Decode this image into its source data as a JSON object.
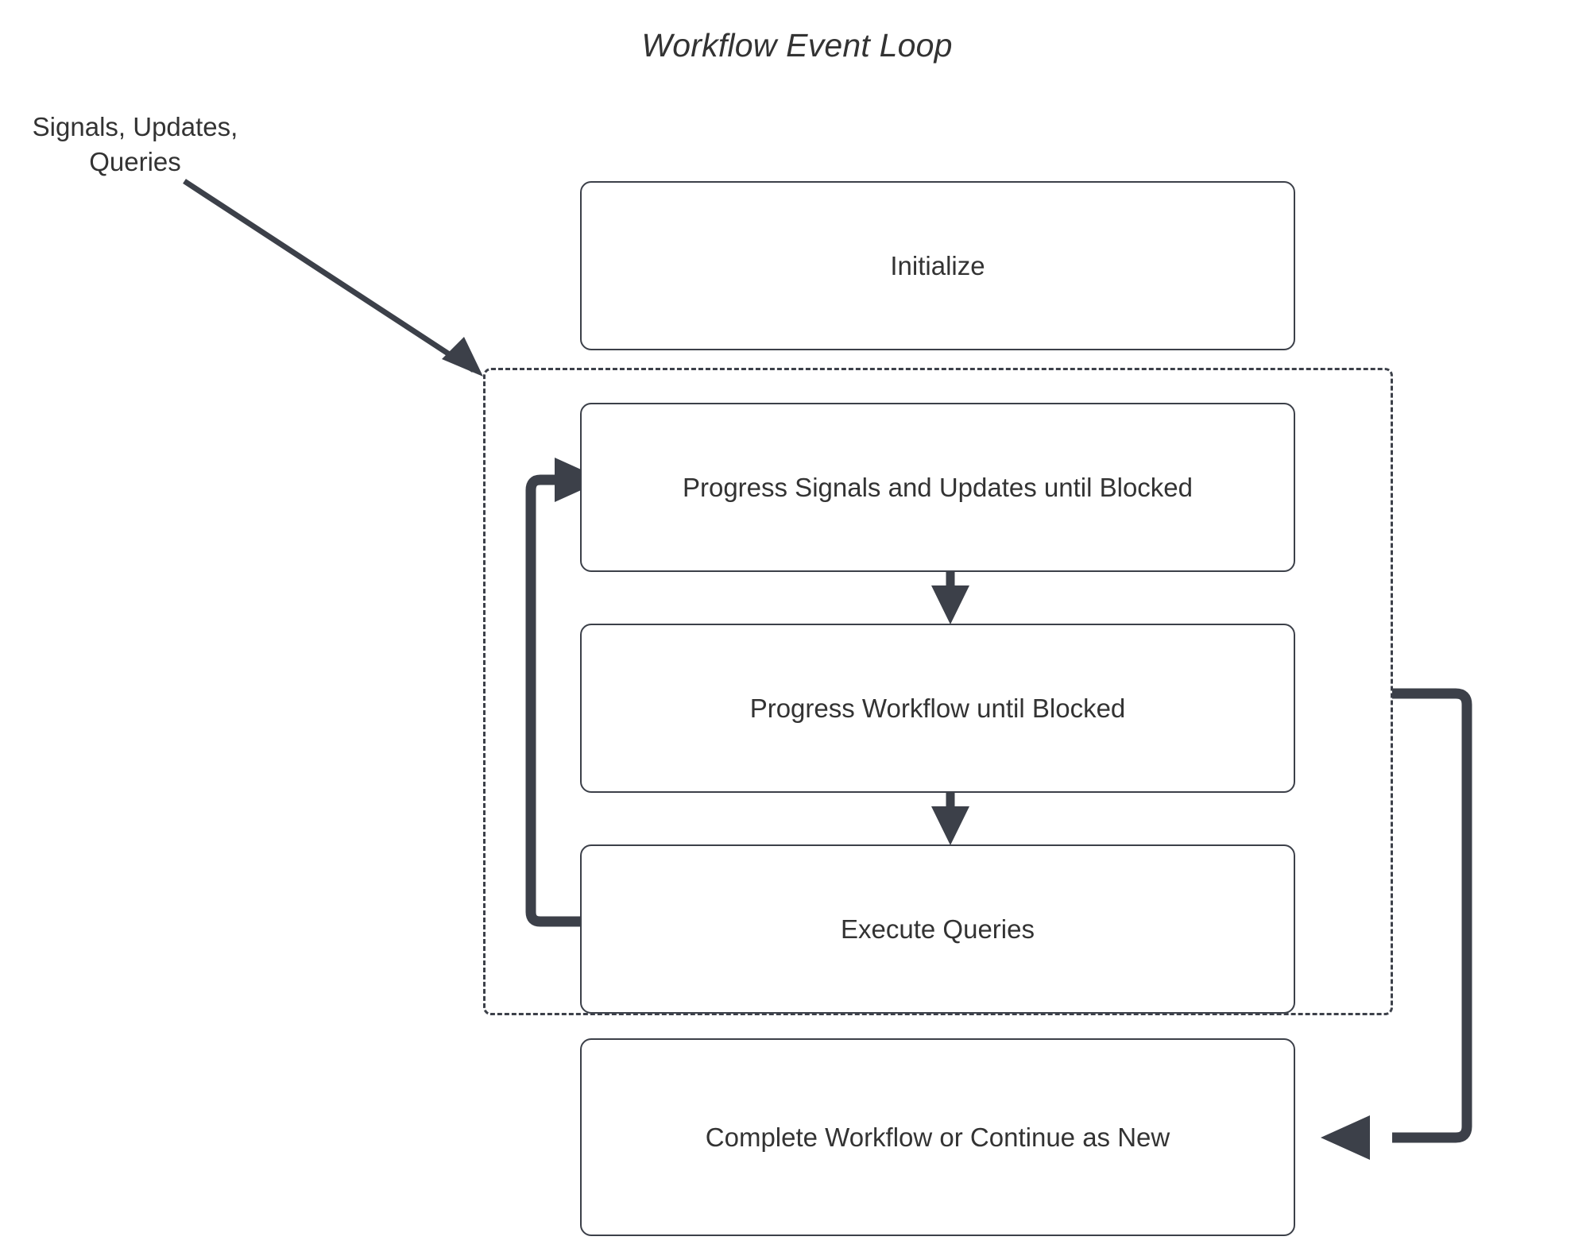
{
  "diagram": {
    "title": "Workflow Event Loop",
    "external_input_label": "Signals, Updates,\nQueries",
    "external_input_line1": "Signals, Updates,",
    "external_input_line2": "Queries",
    "colors": {
      "stroke": "#3c4049",
      "text": "#333333",
      "background": "#ffffff",
      "arrow": "#3c4049"
    },
    "nodes": [
      {
        "id": "initialize",
        "label": "Initialize"
      },
      {
        "id": "progress-signals",
        "label": "Progress Signals and Updates until Blocked"
      },
      {
        "id": "progress-workflow",
        "label": "Progress Workflow until Blocked"
      },
      {
        "id": "execute-queries",
        "label": "Execute Queries"
      },
      {
        "id": "complete-workflow",
        "label": "Complete Workflow or Continue as New"
      }
    ],
    "loop_container": {
      "id": "event-loop-group",
      "style": "dashed"
    },
    "edges": [
      {
        "id": "external-to-loop",
        "from": "Signals, Updates, Queries",
        "to": "event-loop-group",
        "style": "thin-diagonal-arrow"
      },
      {
        "id": "signals-to-workflow",
        "from": "progress-signals",
        "to": "progress-workflow",
        "style": "down-arrow"
      },
      {
        "id": "workflow-to-queries",
        "from": "progress-workflow",
        "to": "execute-queries",
        "style": "down-arrow"
      },
      {
        "id": "queries-back-to-signals",
        "from": "execute-queries",
        "to": "progress-signals",
        "style": "thick-loop-back-left"
      },
      {
        "id": "loop-to-complete",
        "from": "event-loop-group",
        "to": "complete-workflow",
        "style": "thick-loop-right"
      }
    ]
  }
}
